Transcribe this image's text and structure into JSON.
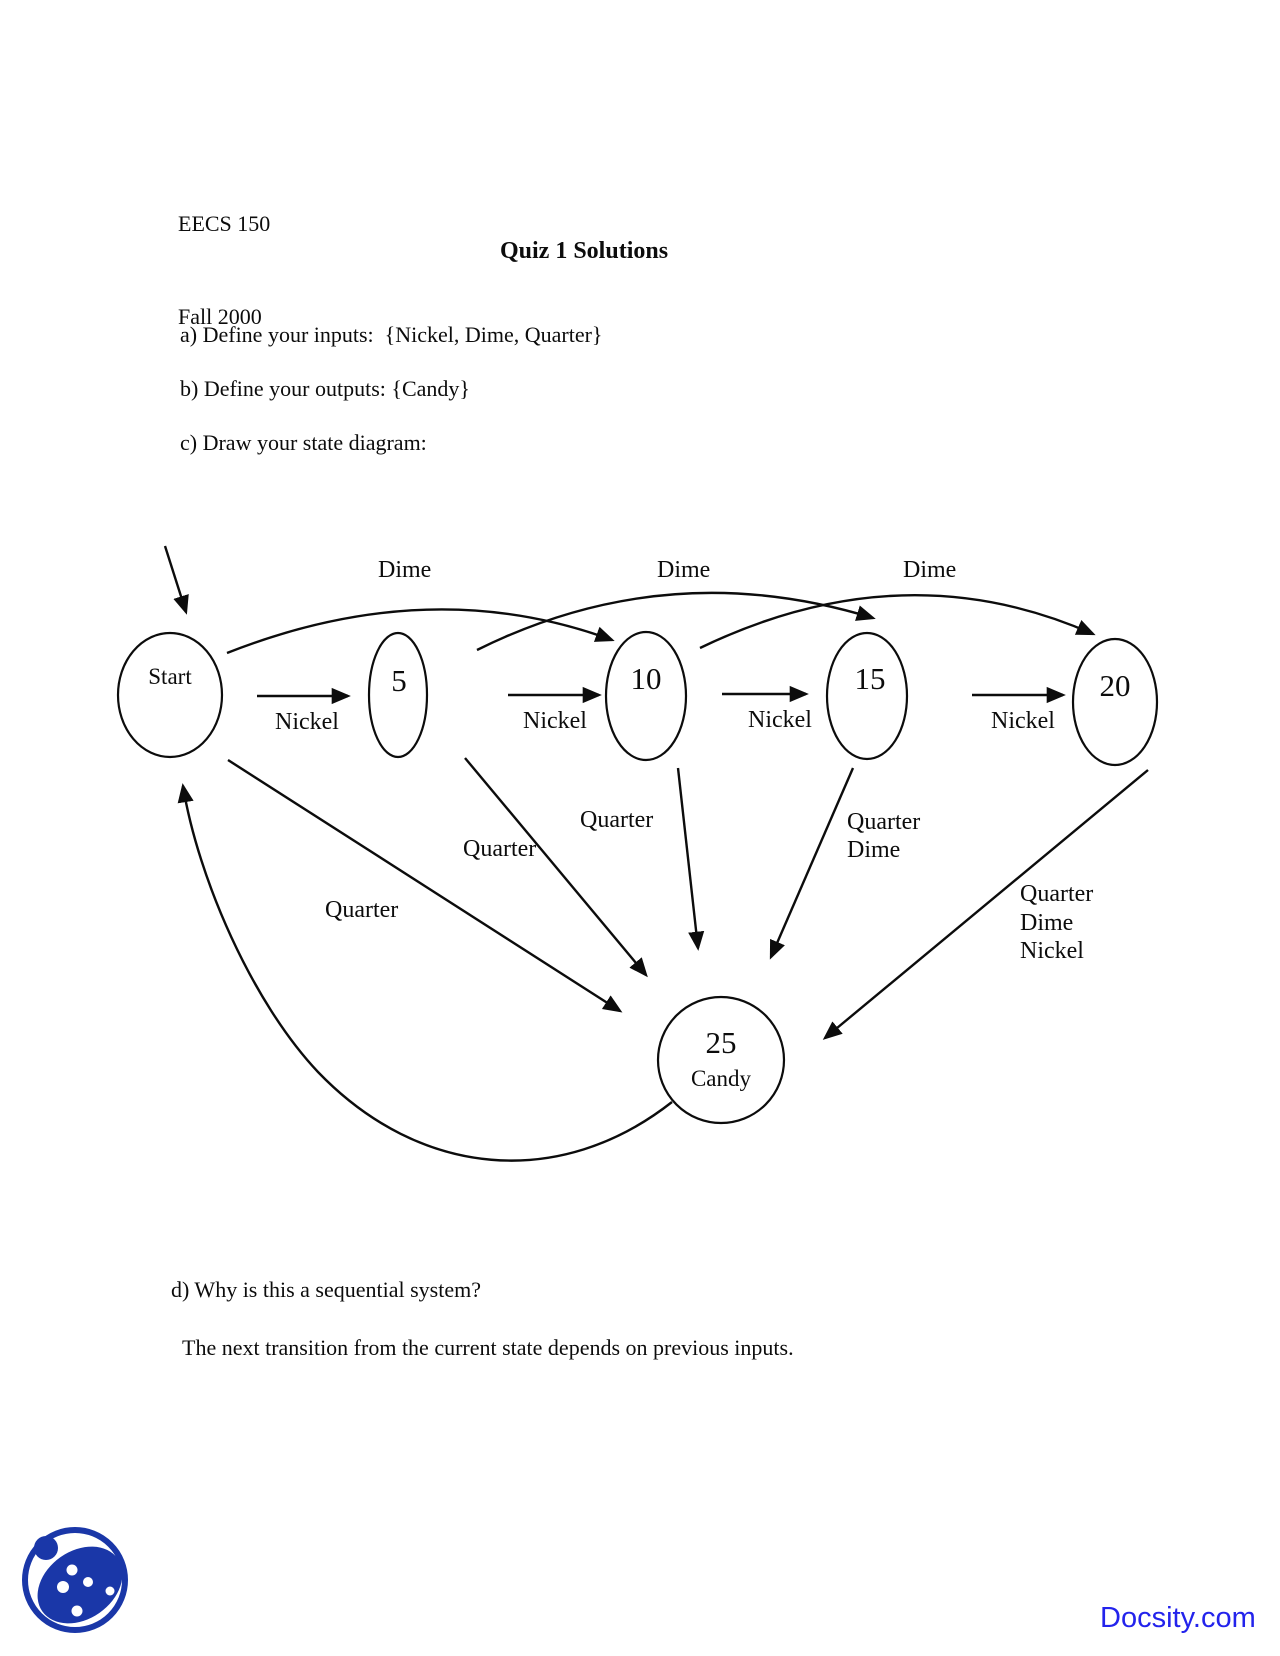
{
  "header": {
    "course": "EECS 150",
    "term": "Fall 2000",
    "title": "Quiz 1 Solutions"
  },
  "questions": {
    "a": "a) Define your inputs:  {Nickel, Dime, Quarter}",
    "b": "b) Define your outputs: {Candy}",
    "c": "c) Draw your state diagram:",
    "d": "d) Why is this a sequential system?",
    "d_answer": "The next transition from the current state depends on previous inputs."
  },
  "diagram": {
    "states": [
      {
        "label": "Start"
      },
      {
        "label": "5"
      },
      {
        "label": "10"
      },
      {
        "label": "15"
      },
      {
        "label": "20"
      },
      {
        "label": "25",
        "sublabel": "Candy"
      }
    ],
    "transitions": [
      {
        "from": "Start",
        "to": "5",
        "label": "Nickel"
      },
      {
        "from": "5",
        "to": "10",
        "label": "Nickel"
      },
      {
        "from": "10",
        "to": "15",
        "label": "Nickel"
      },
      {
        "from": "15",
        "to": "20",
        "label": "Nickel"
      },
      {
        "from": "Start",
        "to": "10",
        "label": "Dime"
      },
      {
        "from": "5",
        "to": "15",
        "label": "Dime"
      },
      {
        "from": "10",
        "to": "20",
        "label": "Dime"
      },
      {
        "from": "Start",
        "to": "25",
        "label": "Quarter"
      },
      {
        "from": "5",
        "to": "25",
        "label": "Quarter"
      },
      {
        "from": "10",
        "to": "25",
        "label": "Quarter"
      },
      {
        "from": "15",
        "to": "25",
        "labels": [
          "Quarter",
          "Dime"
        ]
      },
      {
        "from": "20",
        "to": "25",
        "labels": [
          "Quarter",
          "Dime",
          "Nickel"
        ]
      },
      {
        "from": "25",
        "to": "Start",
        "label": ""
      },
      {
        "from": "",
        "to": "Start",
        "label": ""
      }
    ]
  },
  "footer": {
    "brand": "Docsity.com"
  },
  "colors": {
    "ink": "#0c0c0c",
    "paper": "#ffffff",
    "docsity_text": "#2323ec",
    "docsity_logo": "#1a37a8"
  }
}
